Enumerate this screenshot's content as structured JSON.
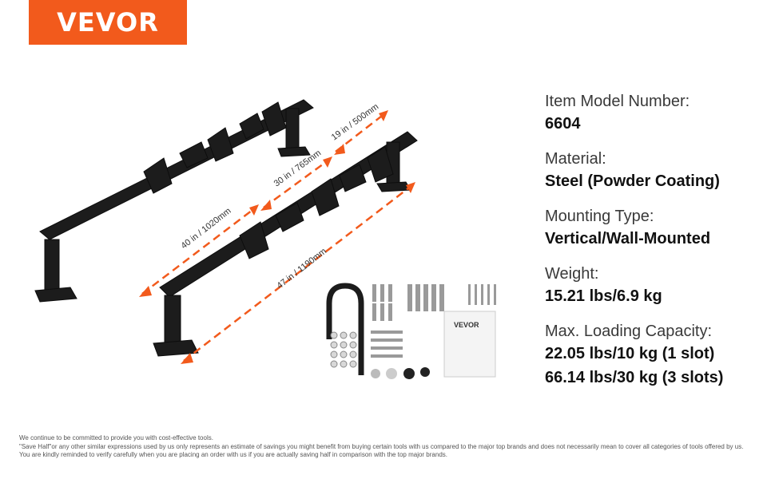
{
  "brand": {
    "name": "VEVOR",
    "color": "#f25a1c"
  },
  "dimensions": {
    "total_length": "47 in / 1190mm",
    "rail_length": "40 in / 1020mm",
    "mid_span": "30 in / 765mm",
    "short_span": "19 in / 500mm"
  },
  "accessory_card": {
    "brand": "VEVOR"
  },
  "specs": [
    {
      "label": "Item Model Number:",
      "values": [
        "6604"
      ]
    },
    {
      "label": "Material:",
      "values": [
        "Steel (Powder Coating)"
      ]
    },
    {
      "label": "Mounting Type:",
      "values": [
        "Vertical/Wall-Mounted"
      ]
    },
    {
      "label": "Weight:",
      "values": [
        "15.21 lbs/6.9 kg"
      ]
    },
    {
      "label": "Max. Loading Capacity:",
      "values": [
        "22.05 lbs/10 kg (1 slot)",
        "66.14 lbs/30 kg (3 slots)"
      ]
    }
  ],
  "disclaimer": {
    "line1": "We continue to be committed to provide you with cost-effective tools.",
    "line2": "\"Save Half\"or any other similar expressions used by us only represents an estimate of savings you might benefit from buying certain tools with us compared to the major top brands and does not necessarily mean to cover all categories of tools offered by us.",
    "line3": "You are kindly reminded to verify carefully when you are placing an order with us if you are actually saving half in comparison with the top major brands."
  }
}
